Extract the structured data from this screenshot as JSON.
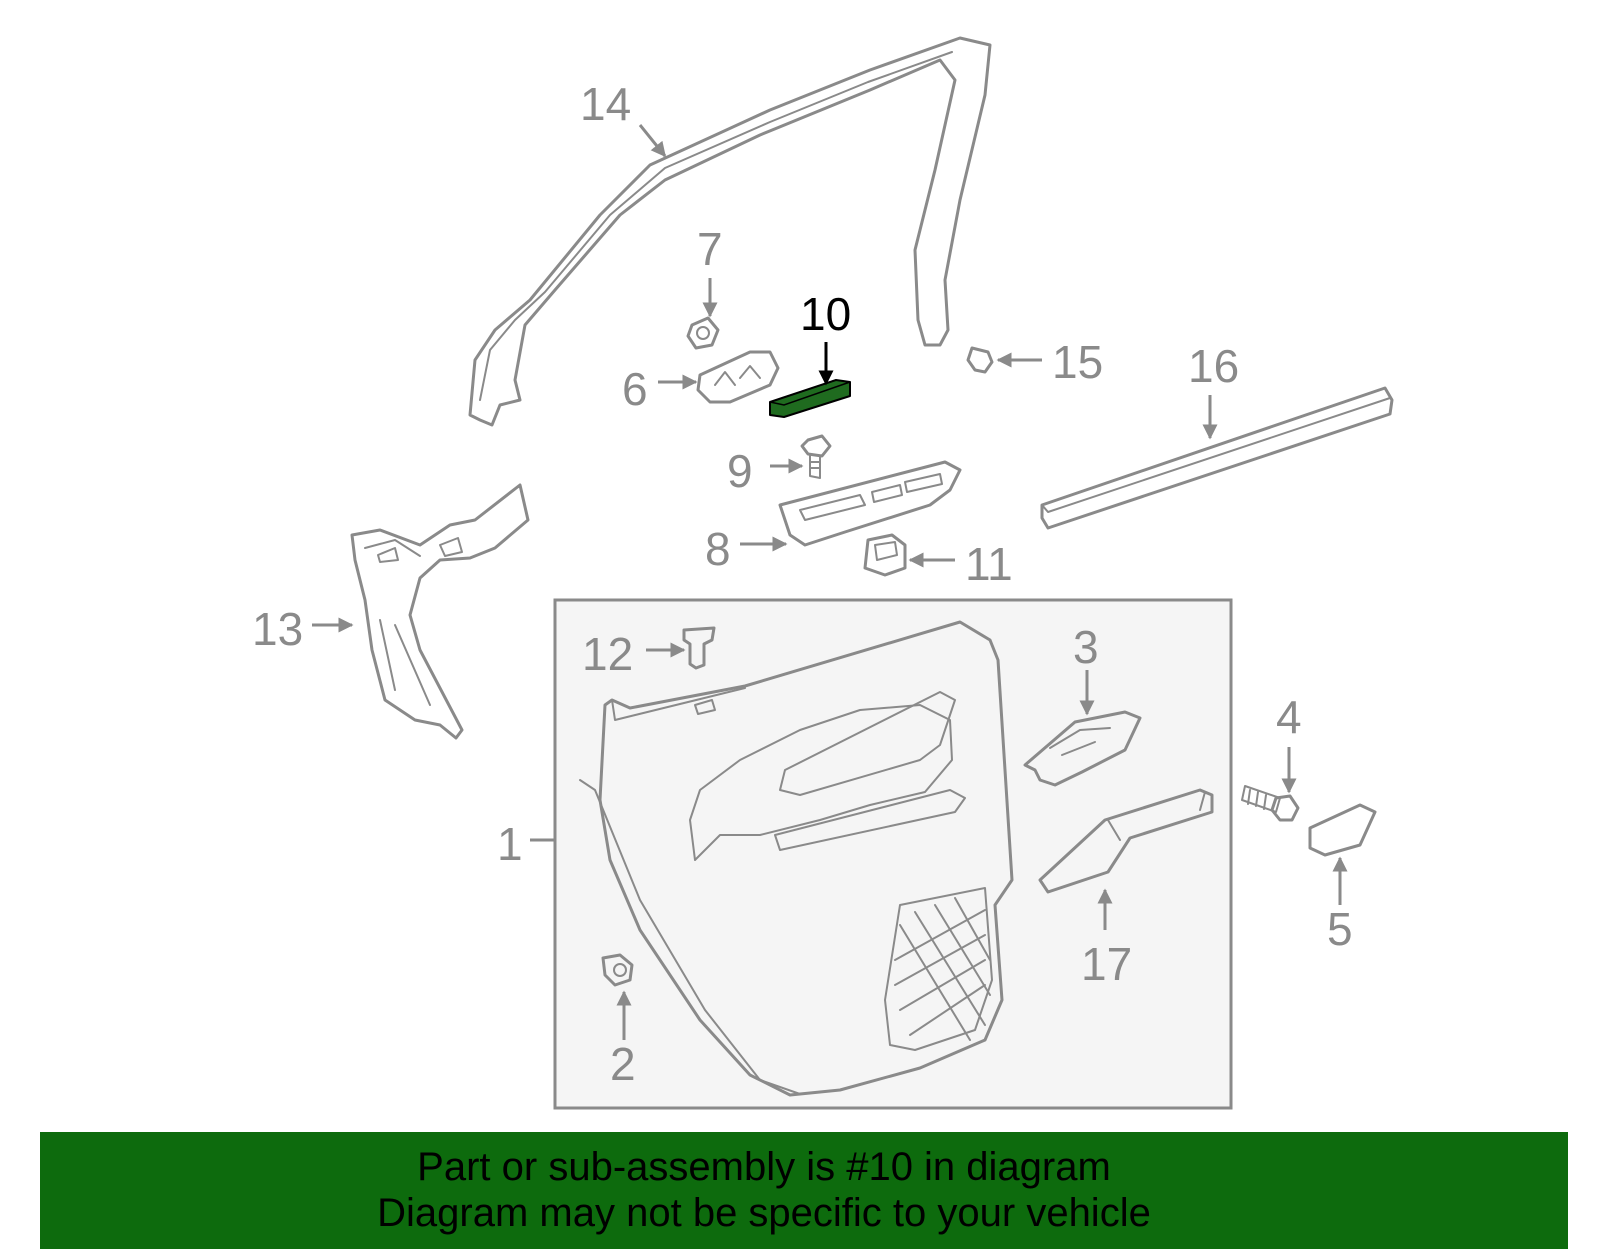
{
  "callouts": {
    "c1": "1",
    "c2": "2",
    "c3": "3",
    "c4": "4",
    "c5": "5",
    "c6": "6",
    "c7": "7",
    "c8": "8",
    "c9": "9",
    "c10": "10",
    "c11": "11",
    "c12": "12",
    "c13": "13",
    "c14": "14",
    "c15": "15",
    "c16": "16",
    "c17": "17"
  },
  "highlighted_part": "10",
  "colors": {
    "line_art": "#8a8a8a",
    "highlight_fill": "#1f6b1f",
    "banner_background": "#0d6b0d",
    "banner_text": "#000000"
  },
  "banner": {
    "line1": "Part or sub-assembly is #10 in diagram",
    "line2": "Diagram may not be specific to your vehicle"
  }
}
